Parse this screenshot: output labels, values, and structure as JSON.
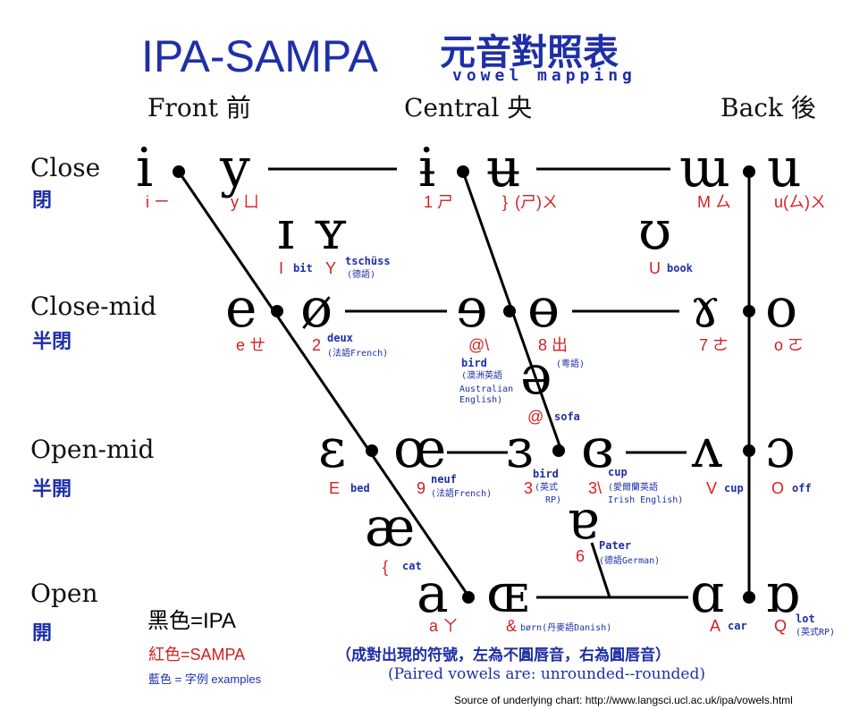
{
  "title": {
    "en": "IPA-SAMPA",
    "zh": "元音對照表",
    "sub": "vowel  mapping",
    "color": "#1f2fa8"
  },
  "columns": {
    "front": "Front 前",
    "central": "Central 央",
    "back": "Back 後"
  },
  "rows": {
    "close": {
      "en": "Close",
      "zh": "閉"
    },
    "close_mid": {
      "en": "Close-mid",
      "zh": "半閉"
    },
    "open_mid": {
      "en": "Open-mid",
      "zh": "半開"
    },
    "open": {
      "en": "Open",
      "zh": "開"
    }
  },
  "vowels": {
    "i": {
      "ipa": "i",
      "sampa": "i ㄧ"
    },
    "y": {
      "ipa": "y",
      "sampa": "y ㄩ"
    },
    "i_bar": {
      "ipa": "ɨ",
      "sampa": "1 ㄕ"
    },
    "u_bar": {
      "ipa": "ʉ",
      "sampa": "}",
      "note": "(ㄕ)ㄨ"
    },
    "m_turn": {
      "ipa": "ɯ",
      "sampa": "M ㄙ"
    },
    "u": {
      "ipa": "u",
      "sampa": "u(ㄙ)ㄨ"
    },
    "I": {
      "ipa": "ɪ",
      "sampa": "I",
      "ex": "bit"
    },
    "Y": {
      "ipa": "ʏ",
      "sampa": "Y",
      "ex": "tschüss",
      "ex2": "(德語)"
    },
    "U": {
      "ipa": "ʊ",
      "sampa": "U",
      "ex": "book"
    },
    "e": {
      "ipa": "e",
      "sampa": "e ㄝ"
    },
    "o_slash": {
      "ipa": "ø",
      "sampa": "2",
      "ex": "deux",
      "ex2": "(法語French)"
    },
    "e_rev": {
      "ipa": "ɘ",
      "sampa": "@\\",
      "ex": "bird",
      "ex2": "(澳洲英語",
      "ex3": "Australian",
      "ex4": "English)"
    },
    "o_bar": {
      "ipa": "ɵ",
      "sampa": "8 出",
      "ex2": "(粵語)"
    },
    "gamma": {
      "ipa": "ɤ",
      "sampa": "7 ㄜ"
    },
    "o": {
      "ipa": "o",
      "sampa": "o ㄛ"
    },
    "schwa": {
      "ipa": "ə",
      "sampa": "@",
      "ex": "sofa"
    },
    "eps": {
      "ipa": "ɛ",
      "sampa": "E",
      "ex": "bed"
    },
    "oe": {
      "ipa": "œ",
      "sampa": "9",
      "ex": "neuf",
      "ex2": "(法語French)"
    },
    "eps_rev": {
      "ipa": "ɜ",
      "sampa": "3",
      "ex": "bird",
      "ex2": "(英式",
      "ex3": "RP)"
    },
    "eps_cl": {
      "ipa": "ɞ",
      "sampa": "3\\",
      "ex": "cup",
      "ex2": "(愛爾蘭英語",
      "ex3": "Irish English)"
    },
    "v_turn": {
      "ipa": "ʌ",
      "sampa": "V",
      "ex": "cup"
    },
    "o_open": {
      "ipa": "ɔ",
      "sampa": "O",
      "ex": "off"
    },
    "ae": {
      "ipa": "æ",
      "sampa": "{",
      "ex": "cat"
    },
    "a_turn": {
      "ipa": "ɐ",
      "sampa": "6",
      "ex": "Pater",
      "ex2": "(德語German)"
    },
    "a": {
      "ipa": "a",
      "sampa": "a ㄚ"
    },
    "OE": {
      "ipa": "ɶ",
      "sampa": "&",
      "ex": "børn(丹麥語Danish)"
    },
    "alpha": {
      "ipa": "ɑ",
      "sampa": "A",
      "ex": "car"
    },
    "alpha_turn": {
      "ipa": "ɒ",
      "sampa": "Q",
      "ex": "lot",
      "ex2": "(英式RP)"
    }
  },
  "legend": {
    "black": "黑色=IPA",
    "red": "紅色=SAMPA",
    "blue": "藍色 = 字例  examples"
  },
  "notes": {
    "zh": "（成對出現的符號，左為不圓唇音，右為圓唇音）",
    "en": "(Paired vowels are: unrounded--rounded)"
  },
  "source": "Source of underlying chart: http://www.langsci.ucl.ac.uk/ipa/vowels.html",
  "colors": {
    "ipa": "#000000",
    "sampa": "#d41f1f",
    "examples": "#1f2fa8"
  }
}
